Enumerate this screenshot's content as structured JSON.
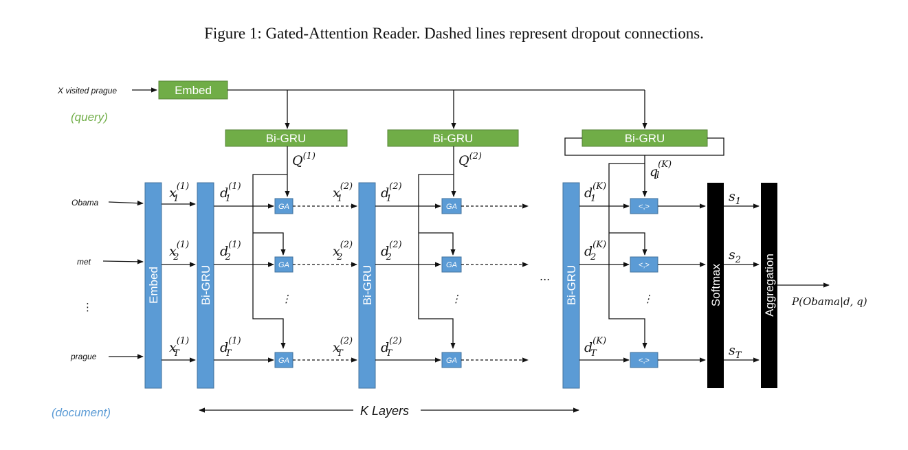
{
  "caption": "Figure 1: Gated-Attention Reader. Dashed lines represent dropout connections.",
  "query": {
    "input_text": "X visited prague",
    "label": "(query)",
    "embed_label": "Embed"
  },
  "document": {
    "label": "(document)",
    "tokens": [
      "Obama",
      "met",
      "⋮",
      "prague"
    ],
    "embed_label": "Embed"
  },
  "bigru_label": "Bi-GRU",
  "ga_label": "GA",
  "dot_label": "<,>",
  "softmax_label": "Softmax",
  "aggregation_label": "Aggregation",
  "layers_label": "K Layers",
  "ellipsis": "...",
  "vdots": "⋮",
  "query_reps": {
    "q1": {
      "base": "Q",
      "sup": "(1)"
    },
    "q2": {
      "base": "Q",
      "sup": "(2)"
    },
    "qk": {
      "base": "q",
      "sub": "l",
      "sup": "(K)"
    }
  },
  "x_layer1": [
    {
      "base": "x",
      "sub": "1",
      "sup": "(1)"
    },
    {
      "base": "x",
      "sub": "2",
      "sup": "(1)"
    },
    {
      "base": "x",
      "sub": "T",
      "sup": "(1)"
    }
  ],
  "d_layer1": [
    {
      "base": "d",
      "sub": "1",
      "sup": "(1)"
    },
    {
      "base": "d",
      "sub": "2",
      "sup": "(1)"
    },
    {
      "base": "d",
      "sub": "T",
      "sup": "(1)"
    }
  ],
  "x_layer2": [
    {
      "base": "x",
      "sub": "1",
      "sup": "(2)"
    },
    {
      "base": "x",
      "sub": "2",
      "sup": "(2)"
    },
    {
      "base": "x",
      "sub": "T",
      "sup": "(2)"
    }
  ],
  "d_layer2": [
    {
      "base": "d",
      "sub": "1",
      "sup": "(2)"
    },
    {
      "base": "d",
      "sub": "2",
      "sup": "(2)"
    },
    {
      "base": "d",
      "sub": "T",
      "sup": "(2)"
    }
  ],
  "d_layerk": [
    {
      "base": "d",
      "sub": "1",
      "sup": "(K)"
    },
    {
      "base": "d",
      "sub": "2",
      "sup": "(K)"
    },
    {
      "base": "d",
      "sub": "T",
      "sup": "(K)"
    }
  ],
  "scores": [
    {
      "base": "s",
      "sub": "1"
    },
    {
      "base": "s",
      "sub": "2"
    },
    {
      "base": "s",
      "sub": "T"
    }
  ],
  "output_label": "P(Obama|d, q)",
  "colors": {
    "green": "#70ad47",
    "green_border": "#548235",
    "blue": "#5b9bd5",
    "blue_border": "#41719c",
    "black": "#000000",
    "query_text": "#70ad47",
    "document_text": "#5b9bd5"
  }
}
